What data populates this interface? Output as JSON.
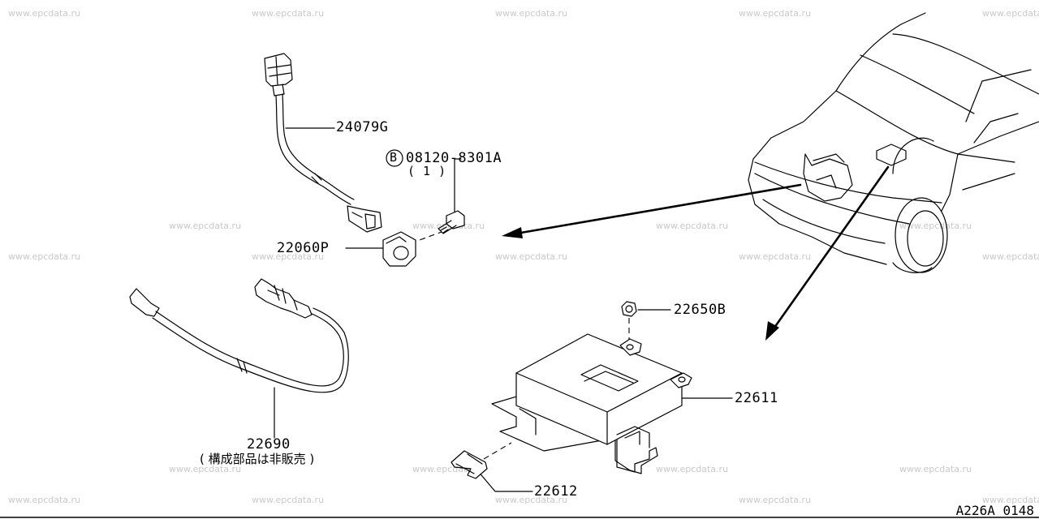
{
  "watermark": "www.epcdata.ru",
  "parts": {
    "knock_sensor_harness": "24079G",
    "bolt_number": "08120-8301A",
    "bolt_qty": "( 1 )",
    "bolt_badge": "B",
    "knock_sensor": "22060P",
    "nut": "22650B",
    "control_unit": "22611",
    "bracket": "22612",
    "oxygen_sensor": "22690",
    "oxygen_sensor_note": "( 構成部品は非販売 )"
  },
  "drawing_id": "A226A 0148"
}
